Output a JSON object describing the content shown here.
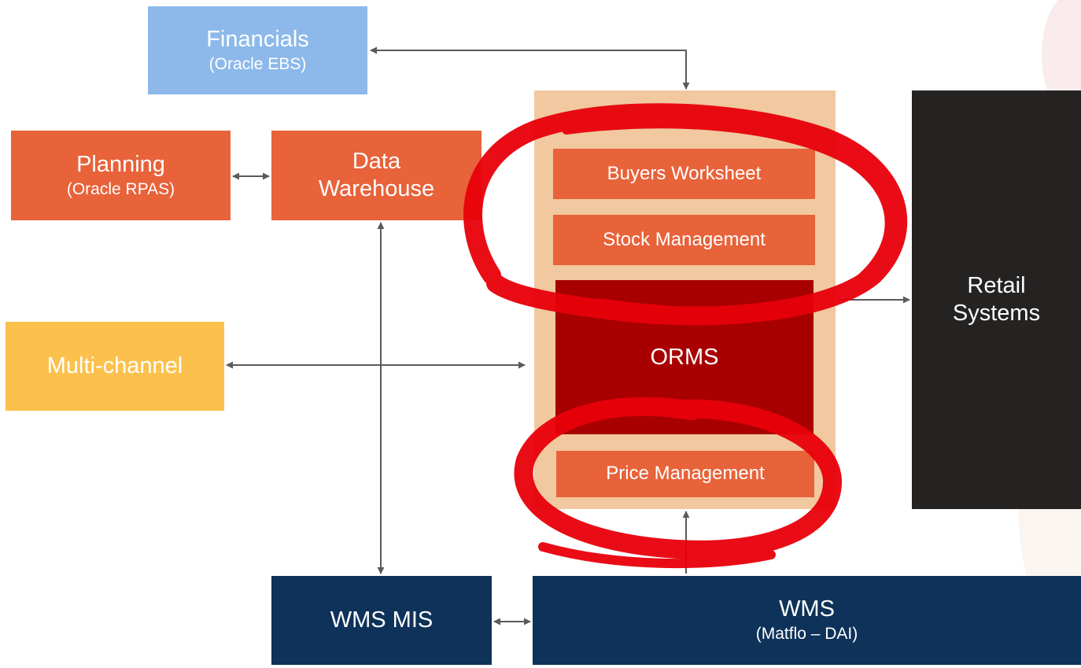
{
  "boxes": {
    "financials": {
      "title": "Financials",
      "subtitle": "(Oracle EBS)"
    },
    "planning": {
      "title": "Planning",
      "subtitle": "(Oracle RPAS)"
    },
    "data_warehouse": {
      "line1": "Data",
      "line2": "Warehouse"
    },
    "multi_channel": {
      "title": "Multi-channel"
    },
    "buyers_worksheet": {
      "title": "Buyers Worksheet"
    },
    "stock_management": {
      "title": "Stock Management"
    },
    "orms": {
      "title": "ORMS"
    },
    "price_management": {
      "title": "Price Management"
    },
    "retail_systems": {
      "line1": "Retail",
      "line2": "Systems"
    },
    "wms_mis": {
      "title": "WMS MIS"
    },
    "wms": {
      "title": "WMS",
      "subtitle": "(Matflo – DAI)"
    }
  },
  "colors": {
    "orange": "#e8623a",
    "light_blue": "#8cb9ea",
    "yellow": "#fcc14c",
    "peach": "#f1c8a0",
    "dark_red": "#a80000",
    "near_black": "#252222",
    "navy": "#0e3259",
    "connector": "#5a5a5a",
    "highlight_scribble": "#e8000a"
  }
}
